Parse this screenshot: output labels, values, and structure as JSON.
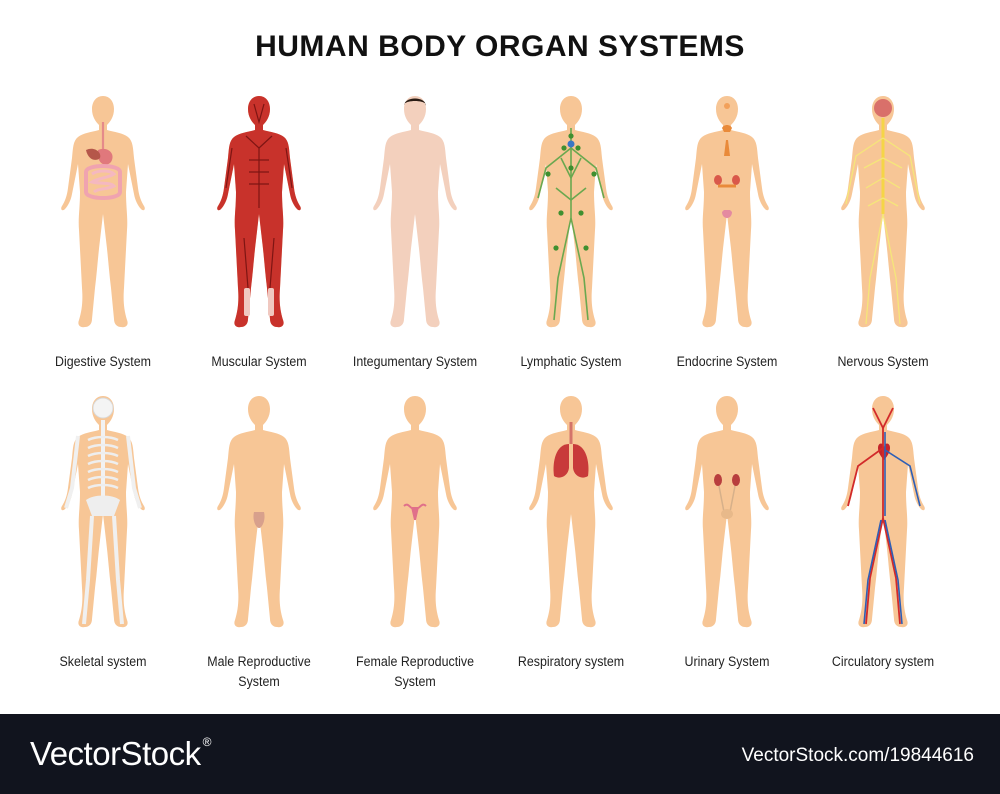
{
  "title": "HUMAN BODY ORGAN SYSTEMS",
  "colors": {
    "skin": "#f7c696",
    "skin_light": "#f3d0bd",
    "background": "#ffffff",
    "footer": "#11141e"
  },
  "systems": [
    {
      "label": "Digestive System",
      "overlay": "digestive"
    },
    {
      "label": "Muscular System",
      "overlay": "muscular"
    },
    {
      "label": "Integumentary System",
      "overlay": "integumentary"
    },
    {
      "label": "Lymphatic System",
      "overlay": "lymphatic"
    },
    {
      "label": "Endocrine System",
      "overlay": "endocrine"
    },
    {
      "label": "Nervous System",
      "overlay": "nervous"
    },
    {
      "label": "Skeletal system",
      "overlay": "skeletal"
    },
    {
      "label": "Male Reproductive\nSystem",
      "overlay": "male"
    },
    {
      "label": "Female Reproductive\nSystem",
      "overlay": "female"
    },
    {
      "label": "Respiratory system",
      "overlay": "respiratory"
    },
    {
      "label": "Urinary System",
      "overlay": "urinary"
    },
    {
      "label": "Circulatory system",
      "overlay": "circulatory"
    }
  ],
  "footer": {
    "brand": "VectorStock",
    "brand_mark": "®",
    "url": "VectorStock.com/19844616"
  }
}
